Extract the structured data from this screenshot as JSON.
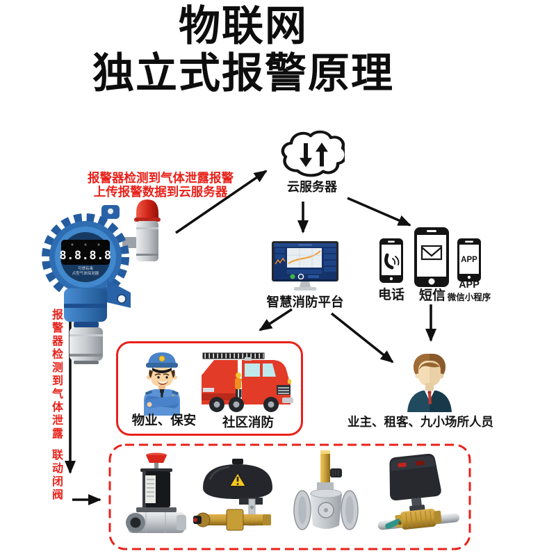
{
  "title": {
    "line1": "物联网",
    "line2": "独立式报警原理"
  },
  "annotation": {
    "line1": "报警器检测到气体泄露报警",
    "line2": "上传报警数据到云服务器"
  },
  "side_note": {
    "part1": "报警器检测到气体泄露",
    "part2": "联动闭阀"
  },
  "detector": {
    "display": "8.8.8.8",
    "caption_line1": "可燃有毒",
    "caption_line2": "点型气体探测器"
  },
  "cloud": {
    "label": "云服务器"
  },
  "platform": {
    "label": "智慧消防平台"
  },
  "channels": {
    "phone_label": "电话",
    "sms_label": "短信",
    "app_screen": "APP",
    "app_label": "APP",
    "app_sublabel": "微信小程序"
  },
  "responders": {
    "security_label": "物业、保安",
    "fire_label": "社区消防"
  },
  "people": {
    "label": "业主、租客、九小场所人员"
  },
  "colors": {
    "accent_red": "#e8211a",
    "detector_blue": "#2e6cb2",
    "ink": "#101010"
  }
}
